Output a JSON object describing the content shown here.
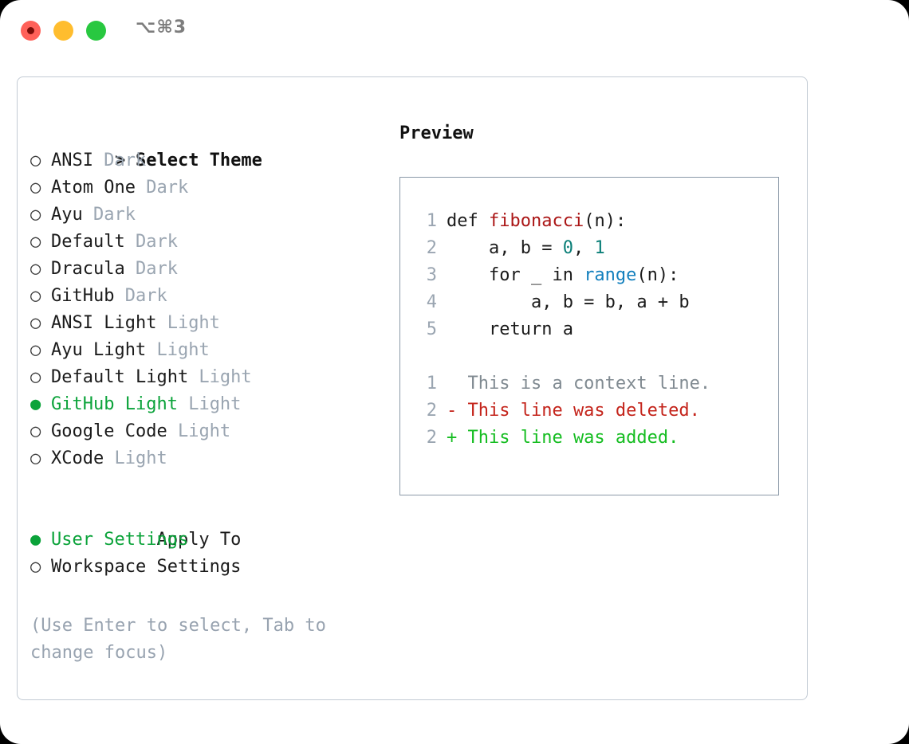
{
  "window": {
    "shortcut": "⌥⌘3",
    "traffic_lights": [
      {
        "name": "close",
        "color": "#ff6159"
      },
      {
        "name": "minimize",
        "color": "#ffbd2e"
      },
      {
        "name": "maximize",
        "color": "#28c840"
      }
    ]
  },
  "colors": {
    "selected_green": "#0ba33a",
    "dim_grey": "#9aa5b1",
    "hint_grey": "#98a3b0",
    "panel_border": "#c3cbd4",
    "preview_border": "#8b99a8",
    "code_function": "#ab1616",
    "code_number": "#0b7f78",
    "code_builtin": "#127fbd",
    "diff_context": "#808a91",
    "diff_deleted": "#c4241b",
    "diff_added": "#15bd21"
  },
  "theme_list": {
    "header": "Select Theme",
    "header_marker": ">",
    "marker_selected": "●",
    "marker_unselected": "○",
    "items": [
      {
        "label": "ANSI",
        "tag": "Dark",
        "selected": false
      },
      {
        "label": "Atom One",
        "tag": "Dark",
        "selected": false
      },
      {
        "label": "Ayu",
        "tag": "Dark",
        "selected": false
      },
      {
        "label": "Default",
        "tag": "Dark",
        "selected": false
      },
      {
        "label": "Dracula",
        "tag": "Dark",
        "selected": false
      },
      {
        "label": "GitHub",
        "tag": "Dark",
        "selected": false
      },
      {
        "label": "ANSI Light",
        "tag": "Light",
        "selected": false
      },
      {
        "label": "Ayu Light",
        "tag": "Light",
        "selected": false
      },
      {
        "label": "Default Light",
        "tag": "Light",
        "selected": false
      },
      {
        "label": "GitHub Light",
        "tag": "Light",
        "selected": true
      },
      {
        "label": "Google Code",
        "tag": "Light",
        "selected": false
      },
      {
        "label": "XCode",
        "tag": "Light",
        "selected": false
      }
    ]
  },
  "apply_to": {
    "header": "Apply To",
    "items": [
      {
        "label": "User Settings",
        "selected": true
      },
      {
        "label": "Workspace Settings",
        "selected": false
      }
    ]
  },
  "hint": "(Use Enter to select, Tab to change focus)",
  "preview": {
    "title": "Preview",
    "code_lines": [
      {
        "num": "1",
        "segments": [
          {
            "t": "def ",
            "c": "plain"
          },
          {
            "t": "fibonacci",
            "c": "fn"
          },
          {
            "t": "(n):",
            "c": "plain"
          }
        ]
      },
      {
        "num": "2",
        "segments": [
          {
            "t": "    a, b = ",
            "c": "plain"
          },
          {
            "t": "0",
            "c": "num"
          },
          {
            "t": ", ",
            "c": "plain"
          },
          {
            "t": "1",
            "c": "num"
          }
        ]
      },
      {
        "num": "3",
        "segments": [
          {
            "t": "    for _ in ",
            "c": "plain"
          },
          {
            "t": "range",
            "c": "kwfn"
          },
          {
            "t": "(n):",
            "c": "plain"
          }
        ]
      },
      {
        "num": "4",
        "segments": [
          {
            "t": "        a, b = b, a + b",
            "c": "plain"
          }
        ]
      },
      {
        "num": "5",
        "segments": [
          {
            "t": "    return a",
            "c": "plain"
          }
        ]
      }
    ],
    "diff_lines": [
      {
        "num": "1",
        "sign": "  ",
        "text": "This is a context line.",
        "kind": "ctx"
      },
      {
        "num": "2",
        "sign": "- ",
        "text": "This line was deleted.",
        "kind": "del"
      },
      {
        "num": "2",
        "sign": "+ ",
        "text": "This line was added.",
        "kind": "add"
      }
    ]
  }
}
